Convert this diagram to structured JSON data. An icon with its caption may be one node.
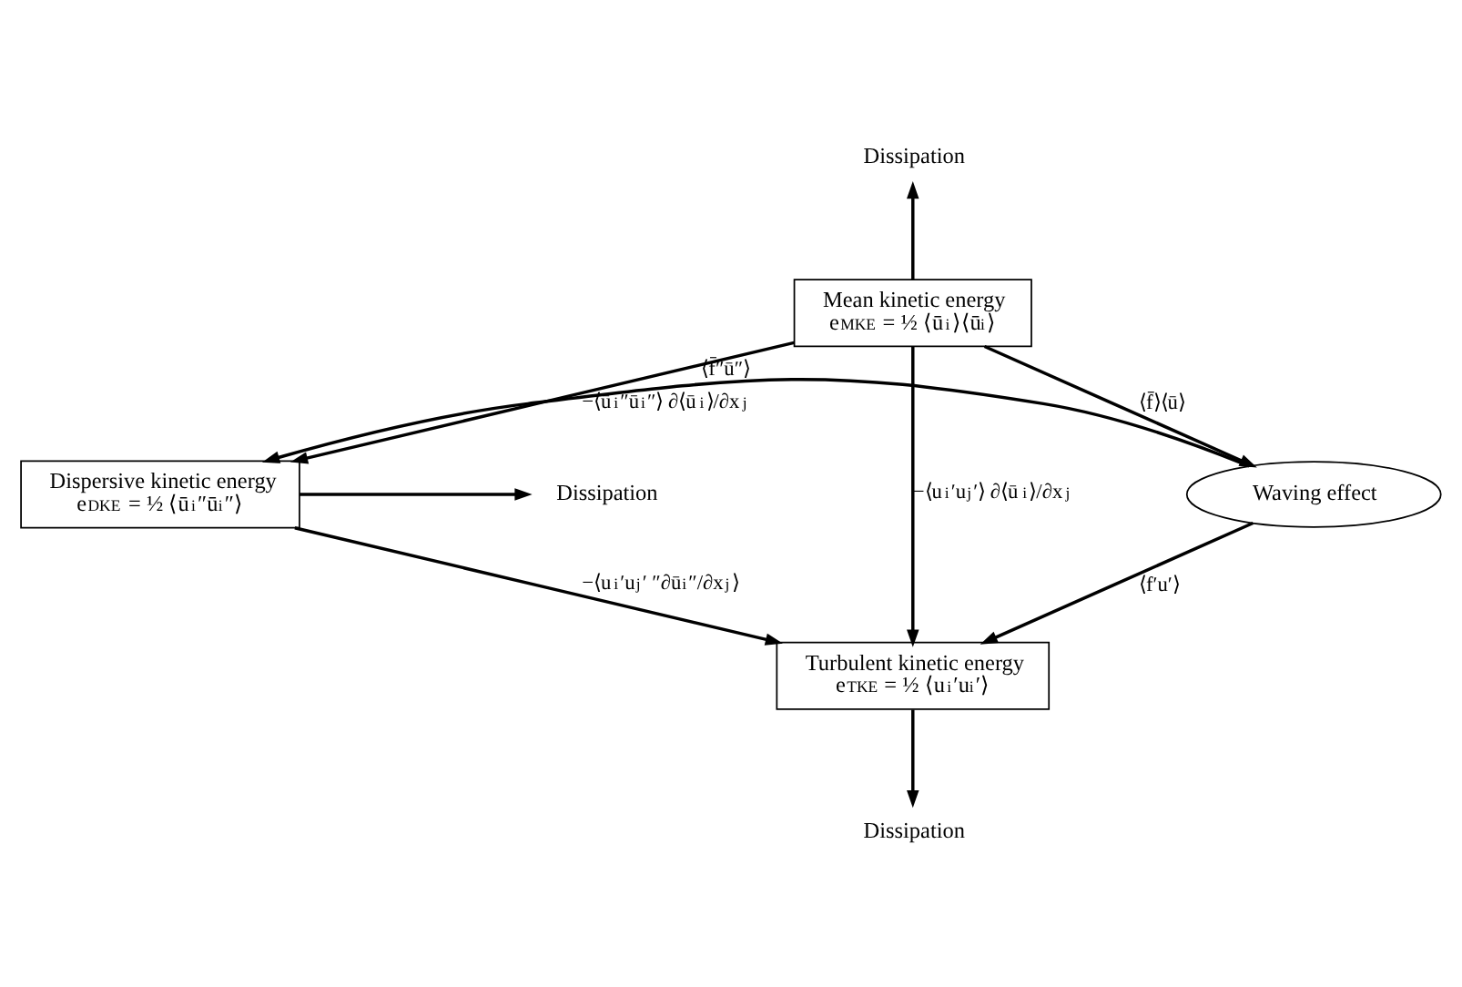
{
  "diagram": {
    "nodes": [
      {
        "text": [
          "Dissipation"
        ]
      },
      {
        "text": [
          "Mean kinetic energy",
          "e$_{MKE}$ = ½ ⟨ū$_{i}$⟩⟨ū$_{i}$⟩"
        ]
      },
      {
        "text": [
          "Dissipation"
        ]
      },
      {
        "text": [
          "Dispersive kinetic energy",
          "e$_{DKE}$ = ½ ⟨ū$_{i}$″ū$_{i}$″⟩"
        ]
      },
      {
        "text": [
          "Waving effect"
        ]
      },
      {
        "text": [
          "Turbulent kinetic energy",
          "e$_{TKE}$ = ½ ⟨u$_{i}$′u$_{i}$′⟩"
        ]
      },
      {
        "text": [
          "Dissipation"
        ]
      }
    ],
    "edges": [
      {
        "from": 1,
        "to": 0,
        "arrow": "to"
      },
      {
        "from": 1,
        "to": 3,
        "arrow": "to",
        "label": "−⟨ū$_{i}$″ū$_{i}$″⟩ ∂⟨ū$_{i}$⟩/∂x$_{j}$"
      },
      {
        "from": 1,
        "to": 5,
        "arrow": "to",
        "label": "−⟨u$_{i}$′u$_{j}$′⟩ ∂⟨ū$_{i}$⟩/∂x$_{j}$"
      },
      {
        "from": 1,
        "to": 4,
        "arrow": "to",
        "label": "⟨f̄⟩⟨ū⟩"
      },
      {
        "from": 4,
        "to": 3,
        "arrow": "to",
        "label": "⟨f̄″ū″⟩"
      },
      {
        "from": 3,
        "to": 2,
        "arrow": "to"
      },
      {
        "from": 3,
        "to": 5,
        "arrow": "to",
        "label": "−⟨u$_{i}$′u$_{j}$′ ″∂ū$_{i}$″/∂x$_{j}$⟩"
      },
      {
        "from": 4,
        "to": 5,
        "arrow": "to",
        "label": "⟨f′u′⟩"
      },
      {
        "from": 5,
        "to": 6,
        "arrow": "to"
      }
    ]
  }
}
